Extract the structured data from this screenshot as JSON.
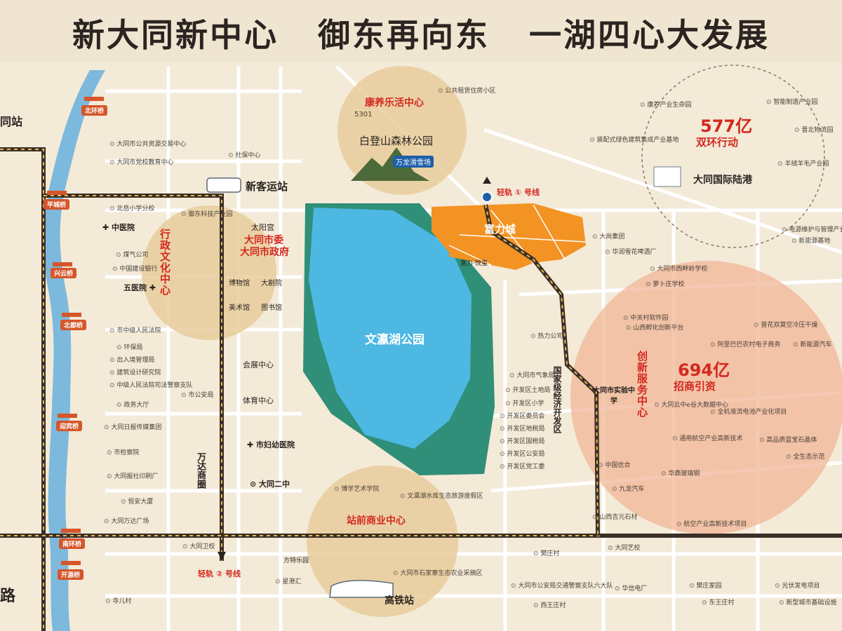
{
  "header": {
    "slogans": [
      "新大同新中心",
      "御东再向东",
      "一湖四心大发展"
    ]
  },
  "districts": {
    "health": {
      "title": "康养乐活中心",
      "park": "白登山森林公园",
      "ski": "万龙滑雪场"
    },
    "admin": {
      "title": "行政文化中心",
      "gov": [
        "大同市委",
        "大同市政府"
      ]
    },
    "innovation": {
      "title": "创新服务中心",
      "amount": "694亿",
      "subtitle": "招商引资"
    },
    "ring": {
      "amount": "577亿",
      "subtitle": "双环行动",
      "port": "大同国际陆港"
    },
    "station": {
      "title": "站前商业中心",
      "rail": "高铁站"
    }
  },
  "landmarks": {
    "lake": "文瀛湖公园",
    "project": "富力城",
    "project_sub": "富力·悦玺",
    "bus_station": "新客运站",
    "econ_zone": "国家级经济开发区",
    "wanda": "万达商圈",
    "school": "大同市实验中学",
    "hospital": "中医院",
    "fifth_hospital": "五医院",
    "maternity": "市妇幼医院",
    "no2_school": "大同二中",
    "convention": "会展中心",
    "stadium": "体育中心",
    "museum": "博物馆",
    "theatre": "大剧院",
    "art_museum": "美术馆",
    "library": "图书馆",
    "taiyang": "太阳宫",
    "fangte": "方特乐园",
    "road_5301": "5301"
  },
  "rail": {
    "line1": "轻轨 ① 号线",
    "line2": "轻轨 ② 号线"
  },
  "bridges": [
    "北环桥",
    "平城桥",
    "兴云桥",
    "北都桥",
    "迎宾桥",
    "南环桥",
    "开源桥"
  ],
  "left_edge": {
    "station_partial": "同站",
    "road_partial": "路"
  },
  "pois": {
    "top": [
      "公共租赁住房小区",
      "大同市公共资源交易中心",
      "大同市党校教育中心",
      "社保中心",
      "北岳小学分校",
      "御东科技产业园"
    ],
    "left": [
      "煤气公司",
      "中国建设银行",
      "市中级人民法院",
      "环保局",
      "出入境管理局",
      "建筑设计研究院",
      "中级人民法院司法警察支队",
      "政务大厅",
      "市公安局",
      "大同日报传媒集团",
      "市检察院",
      "大同报社印刷厂",
      "恒安大厦",
      "大同万达广场",
      "大同卫校",
      "寺儿村",
      "星港汇"
    ],
    "right": [
      "康养产业生命园",
      "智能制造产业园",
      "装配式绿色建筑集成产业基地",
      "晋北物流园",
      "羊绒羊毛产业园",
      "大尚集团",
      "华润雪花啤酒厂",
      "大同市西畔岭学校",
      "萝卜庄学校",
      "中关村软件园",
      "山西孵化创新平台",
      "阿里巴巴农村电子商务",
      "新能源汽车",
      "热力公司",
      "曾花双莫空冷压干燥",
      "大同云中e谷大数据中心",
      "全机液流电池产业化项目",
      "通用航空产业高新技术",
      "高品质蓝宝石晶体",
      "全生态示范",
      "中国信合",
      "华鼎玻璃钢",
      "九龙汽车",
      "山西吉元石材",
      "航空产业高新技术项目",
      "大同艺校",
      "樊庄村",
      "华信电厂",
      "樊庄家园",
      "东王庄村",
      "光伏发电项目",
      "新型城市基础设施",
      "西王庄村",
      "电源维护与管理产业园",
      "新能源基地"
    ],
    "center": [
      "大同市气象局",
      "开发区土地局",
      "开发区小学",
      "开发区委员会",
      "开发区地税局",
      "开发区国税局",
      "开发区公安局",
      "开发区党工委",
      "博学艺术学院",
      "文瀛湖水库生态旅游度假区",
      "大同市石家寨生态农业采摘区",
      "大同市公安局交通警察支队六大队"
    ]
  },
  "colors": {
    "background": "#f3ead8",
    "lake": "#4db8e2",
    "park": "#2f8f78",
    "project": "#f39323",
    "river": "#7cb9dc",
    "circle": "#f2b597",
    "accent": "#d4281e"
  }
}
